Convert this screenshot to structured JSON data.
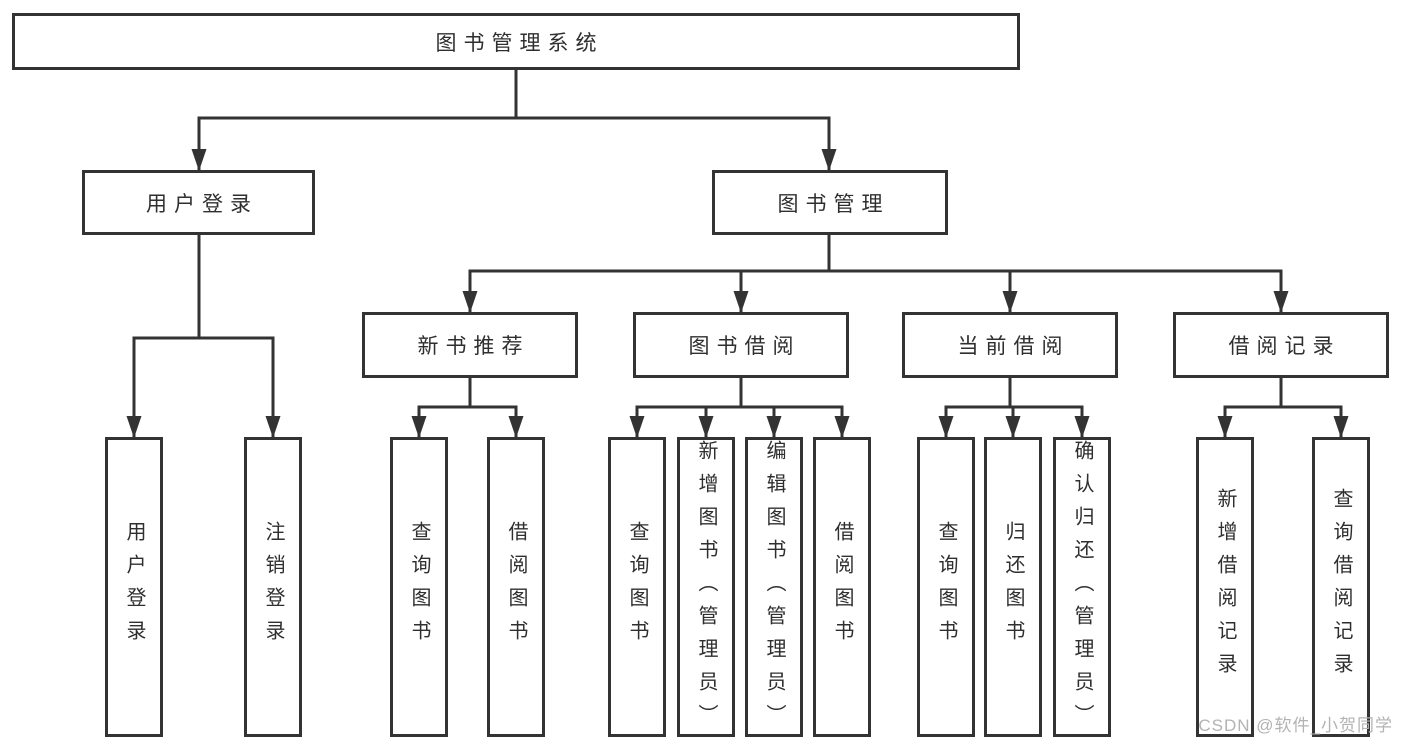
{
  "tree": {
    "root": {
      "label": "图书管理系统"
    },
    "level2": [
      {
        "key": "user-login",
        "label": "用户登录",
        "children": [
          {
            "label": "用户登录"
          },
          {
            "label": "注销登录"
          }
        ]
      },
      {
        "key": "book-management",
        "label": "图书管理"
      }
    ],
    "level3": [
      {
        "key": "new-book-recommend",
        "label": "新书推荐",
        "children": [
          {
            "label": "查询图书"
          },
          {
            "label": "借阅图书"
          }
        ]
      },
      {
        "key": "book-borrowing",
        "label": "图书借阅",
        "children": [
          {
            "label": "查询图书"
          },
          {
            "label": "新增图书（管理员）"
          },
          {
            "label": "编辑图书（管理员）"
          },
          {
            "label": "借阅图书"
          }
        ]
      },
      {
        "key": "current-borrowing",
        "label": "当前借阅",
        "children": [
          {
            "label": "查询图书"
          },
          {
            "label": "归还图书"
          },
          {
            "label": "确认归还（管理员）"
          }
        ]
      },
      {
        "key": "borrowing-records",
        "label": "借阅记录",
        "children": [
          {
            "label": "新增借阅记录"
          },
          {
            "label": "查询借阅记录"
          }
        ]
      }
    ]
  },
  "watermark": {
    "text": "CSDN @软件_小贺同学"
  },
  "colors": {
    "line": "#333333",
    "box_border": "#333333",
    "text": "#2f2f2f",
    "watermark": "#b3b3b3",
    "background": "#ffffff"
  }
}
